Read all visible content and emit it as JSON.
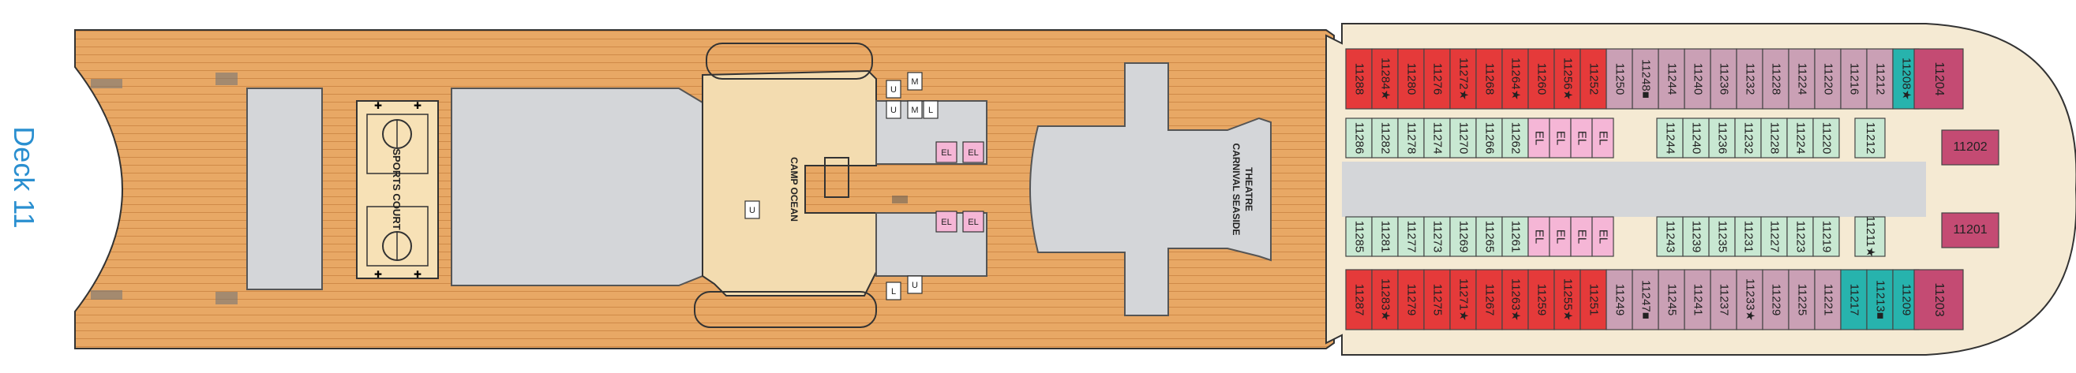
{
  "deck_label": "Deck 11",
  "venues": {
    "sports_court": "SPORTS COURT",
    "camp_ocean": "CAMP OCEAN",
    "theatre_line1": "CARNIVAL SEASIDE",
    "theatre_line2": "THEATRE"
  },
  "facility_labels": {
    "u1": "U",
    "m1": "M",
    "u2": "U",
    "m2": "M",
    "l1": "L",
    "u3": "U",
    "u4": "U",
    "l2": "L",
    "el": "EL"
  },
  "colors": {
    "wood": "#e8a865",
    "wood_line": "#cf8a48",
    "venue_gray": "#d4d6d9",
    "camp_tan": "#f3dcb0",
    "court": "#f7e1b6",
    "corridor": "#f5ead3",
    "interior": "#c8e8d2",
    "ocean_view": "#caa0b5",
    "balcony": "#e53a3a",
    "suite": "#c44b73",
    "teal": "#27b3ad",
    "elevator": "#f5b6d6",
    "outline": "#333333"
  },
  "cabins": {
    "top_row": [
      {
        "n": "11288",
        "t": "balcony"
      },
      {
        "n": "11284★",
        "t": "balcony"
      },
      {
        "n": "11280",
        "t": "balcony"
      },
      {
        "n": "11276",
        "t": "balcony"
      },
      {
        "n": "11272★",
        "t": "balcony"
      },
      {
        "n": "11268",
        "t": "balcony"
      },
      {
        "n": "11264★",
        "t": "balcony"
      },
      {
        "n": "11260",
        "t": "balcony"
      },
      {
        "n": "11256★",
        "t": "balcony"
      },
      {
        "n": "11252",
        "t": "balcony"
      },
      {
        "n": "11250",
        "t": "ocean"
      },
      {
        "n": "11248■",
        "t": "ocean"
      },
      {
        "n": "11244",
        "t": "ocean"
      },
      {
        "n": "11240",
        "t": "ocean"
      },
      {
        "n": "11236",
        "t": "ocean"
      },
      {
        "n": "11232",
        "t": "ocean"
      },
      {
        "n": "11228",
        "t": "ocean"
      },
      {
        "n": "11224",
        "t": "ocean"
      },
      {
        "n": "11220",
        "t": "ocean"
      },
      {
        "n": "11216",
        "t": "ocean"
      },
      {
        "n": "11212",
        "t": "ocean"
      },
      {
        "n": "11208★",
        "t": "teal"
      }
    ],
    "inner_top": [
      {
        "n": "11286",
        "t": "interior"
      },
      {
        "n": "11282",
        "t": "interior"
      },
      {
        "n": "11278",
        "t": "interior"
      },
      {
        "n": "11274",
        "t": "interior"
      },
      {
        "n": "11270",
        "t": "interior"
      },
      {
        "n": "11266",
        "t": "interior"
      },
      {
        "n": "11262",
        "t": "interior"
      },
      {
        "n": "EL",
        "t": "elevator"
      },
      {
        "n": "EL",
        "t": "elevator"
      },
      {
        "n": "EL",
        "t": "elevator"
      },
      {
        "n": "EL",
        "t": "elevator"
      },
      {
        "n": "11244",
        "t": "interior"
      },
      {
        "n": "11240",
        "t": "interior"
      },
      {
        "n": "11236",
        "t": "interior"
      },
      {
        "n": "11232",
        "t": "interior"
      },
      {
        "n": "11228",
        "t": "interior"
      },
      {
        "n": "11224",
        "t": "interior"
      },
      {
        "n": "11220",
        "t": "interior"
      },
      {
        "n": "11212",
        "t": "interior"
      }
    ],
    "inner_bottom": [
      {
        "n": "11285",
        "t": "interior"
      },
      {
        "n": "11281",
        "t": "interior"
      },
      {
        "n": "11277",
        "t": "interior"
      },
      {
        "n": "11273",
        "t": "interior"
      },
      {
        "n": "11269",
        "t": "interior"
      },
      {
        "n": "11265",
        "t": "interior"
      },
      {
        "n": "11261",
        "t": "interior"
      },
      {
        "n": "EL",
        "t": "elevator"
      },
      {
        "n": "EL",
        "t": "elevator"
      },
      {
        "n": "EL",
        "t": "elevator"
      },
      {
        "n": "EL",
        "t": "elevator"
      },
      {
        "n": "11243",
        "t": "interior"
      },
      {
        "n": "11239",
        "t": "interior"
      },
      {
        "n": "11235",
        "t": "interior"
      },
      {
        "n": "11231",
        "t": "interior"
      },
      {
        "n": "11227",
        "t": "interior"
      },
      {
        "n": "11223",
        "t": "interior"
      },
      {
        "n": "11219",
        "t": "interior"
      },
      {
        "n": "11211★",
        "t": "interior"
      }
    ],
    "bottom_row": [
      {
        "n": "11287",
        "t": "balcony"
      },
      {
        "n": "11283★",
        "t": "balcony"
      },
      {
        "n": "11279",
        "t": "balcony"
      },
      {
        "n": "11275",
        "t": "balcony"
      },
      {
        "n": "11271★",
        "t": "balcony"
      },
      {
        "n": "11267",
        "t": "balcony"
      },
      {
        "n": "11263★",
        "t": "balcony"
      },
      {
        "n": "11259",
        "t": "balcony"
      },
      {
        "n": "11255★",
        "t": "balcony"
      },
      {
        "n": "11251",
        "t": "balcony"
      },
      {
        "n": "11249",
        "t": "ocean"
      },
      {
        "n": "11247■",
        "t": "ocean"
      },
      {
        "n": "11245",
        "t": "ocean"
      },
      {
        "n": "11241",
        "t": "ocean"
      },
      {
        "n": "11237",
        "t": "ocean"
      },
      {
        "n": "11233★",
        "t": "ocean"
      },
      {
        "n": "11229",
        "t": "ocean"
      },
      {
        "n": "11225",
        "t": "ocean"
      },
      {
        "n": "11221",
        "t": "ocean"
      },
      {
        "n": "11217",
        "t": "teal"
      },
      {
        "n": "11213■",
        "t": "teal"
      },
      {
        "n": "11209",
        "t": "teal"
      }
    ],
    "forward_suites": [
      {
        "n": "11204",
        "t": "suite"
      },
      {
        "n": "11202",
        "t": "suite"
      },
      {
        "n": "11201",
        "t": "suite"
      },
      {
        "n": "11203",
        "t": "suite"
      }
    ]
  }
}
